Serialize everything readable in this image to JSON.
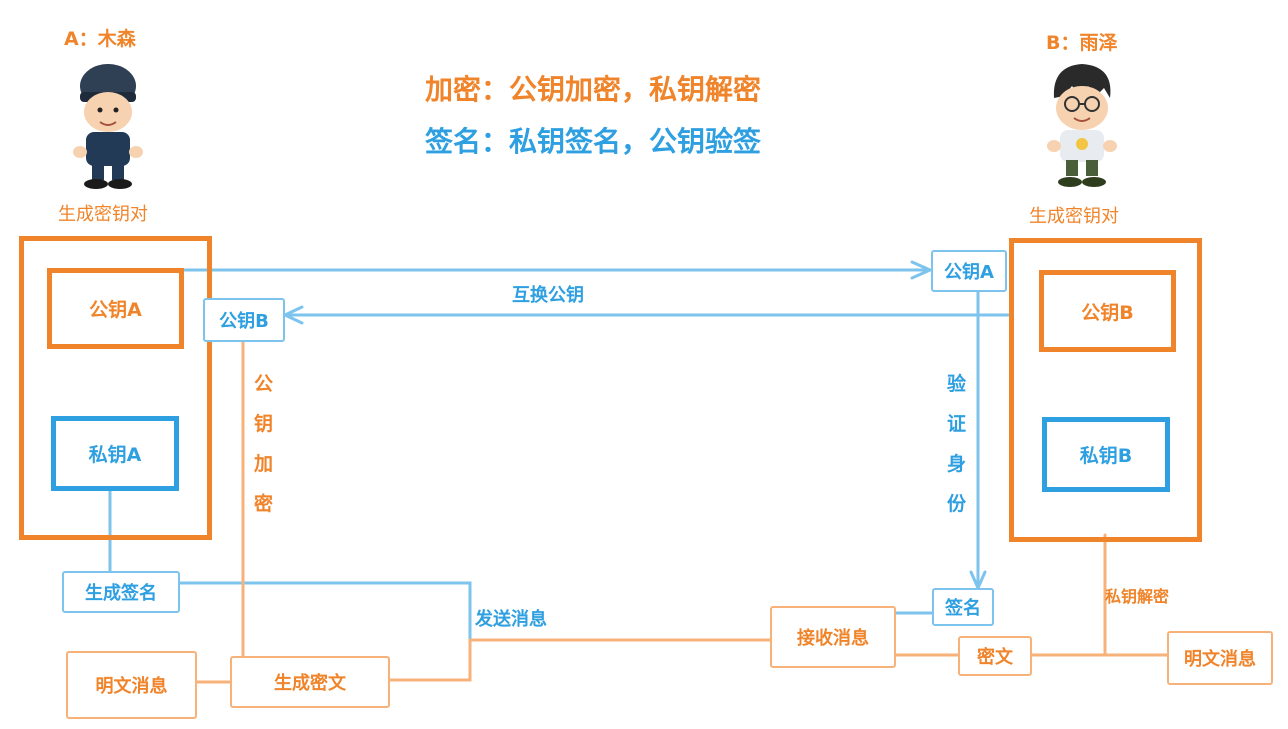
{
  "person_a": {
    "title": "A：木森",
    "caption": "生成密钥对",
    "avatar_icon": "boy-cap-avatar-icon"
  },
  "person_b": {
    "title": "B：雨泽",
    "caption": "生成密钥对",
    "avatar_icon": "boy-glasses-avatar-icon"
  },
  "headline": {
    "encryption": "加密：公钥加密，私钥解密",
    "signature": "签名：私钥签名，公钥验签"
  },
  "keys_a": {
    "public": "公钥A",
    "private": "私钥A"
  },
  "keys_b": {
    "public": "公钥B",
    "private": "私钥B"
  },
  "exchange": {
    "label": "互换公钥",
    "received_by_b": "公钥A",
    "received_by_a": "公钥B"
  },
  "flow_labels": {
    "public_key_encrypt": [
      "公",
      "钥",
      "加",
      "密"
    ],
    "verify_identity": [
      "验",
      "证",
      "身",
      "份"
    ],
    "private_key_decrypt": "私钥解密",
    "send_message": "发送消息"
  },
  "nodes": {
    "gen_signature": "生成签名",
    "plaintext_a": "明文消息",
    "gen_ciphertext": "生成密文",
    "receive_message": "接收消息",
    "signature": "签名",
    "ciphertext": "密文",
    "plaintext_b": "明文消息"
  },
  "colors": {
    "orange": "#f0842a",
    "blue": "#2e9fe0"
  }
}
